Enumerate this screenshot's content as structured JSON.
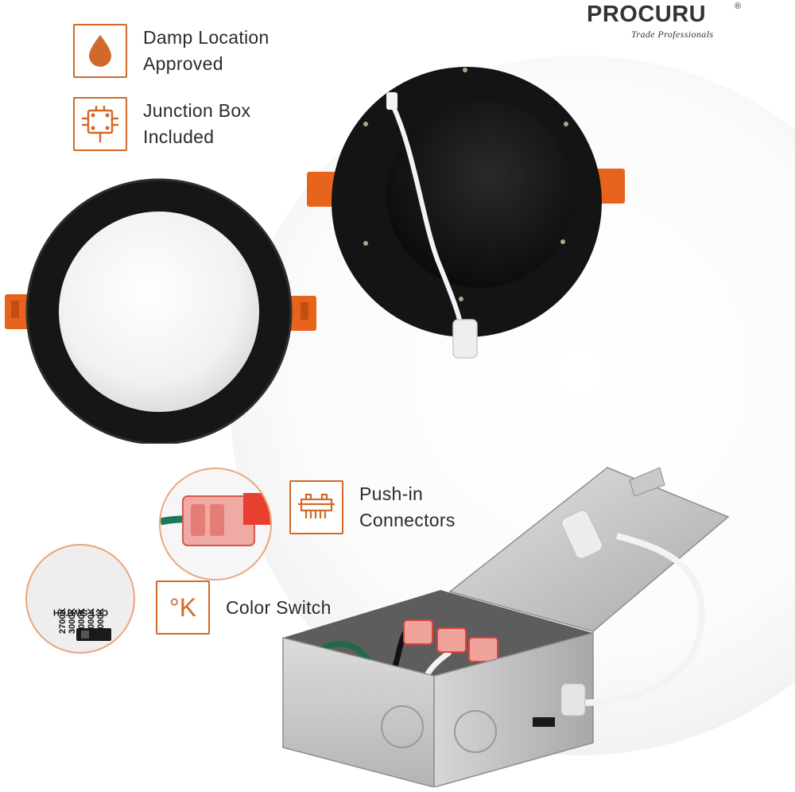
{
  "brand": {
    "name": "PROCURU",
    "registered": "®",
    "tagline": "Trade Professionals"
  },
  "features": {
    "damp": {
      "line1": "Damp Location",
      "line2": "Approved",
      "icon": "water-drop-icon"
    },
    "junction": {
      "line1": "Junction Box",
      "line2": "Included",
      "icon": "junction-box-icon"
    },
    "pushin": {
      "line1": "Push-in",
      "line2": "Connectors",
      "icon": "terminal-connector-icon"
    },
    "color": {
      "line1": "Color Switch",
      "icon": "kelvin-degree-icon",
      "icon_text": "°K"
    }
  },
  "cct_switch": {
    "title": "CCT SWITCH",
    "options": [
      "2700K",
      "3000K",
      "4000K",
      "5000K",
      "6000K"
    ]
  },
  "colors": {
    "accent_orange": "#d06a2c",
    "clip_orange": "#e8641c",
    "fixture_black": "#161616",
    "text": "#2b2b2b"
  }
}
